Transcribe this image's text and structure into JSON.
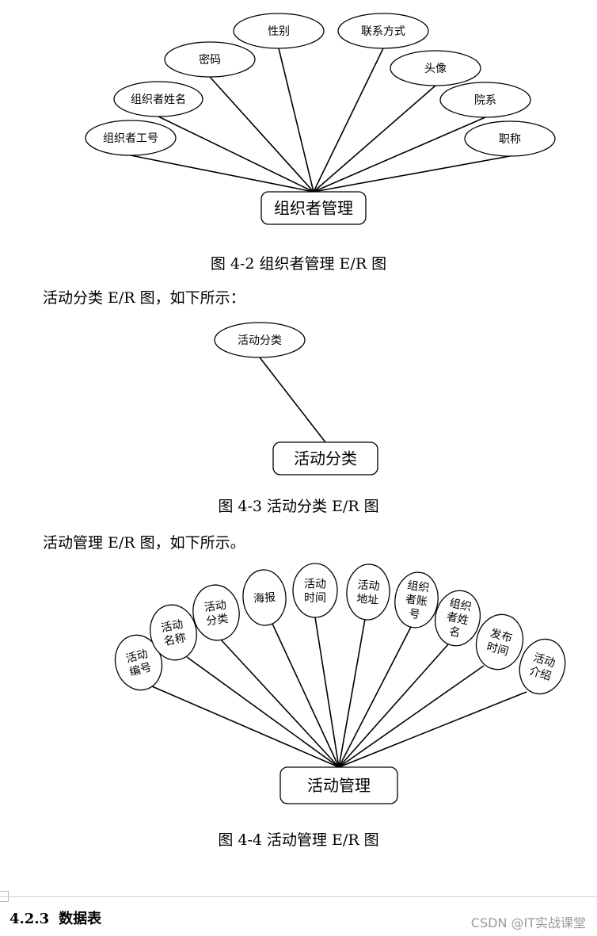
{
  "diagrams": [
    {
      "entity": "组织者管理",
      "attributes": [
        "组织者工号",
        "组织者姓名",
        "密码",
        "性别",
        "联系方式",
        "头像",
        "院系",
        "职称"
      ],
      "caption": "图 4-2  组织者管理 E/R 图"
    },
    {
      "entity": "活动分类",
      "attributes": [
        "活动分类"
      ],
      "caption": "图 4-3 活动分类 E/R 图"
    },
    {
      "entity": "活动管理",
      "attributes": [
        "活动\n编号",
        "活动\n名称",
        "活动\n分类",
        "海报",
        "活动\n时间",
        "活动\n地址",
        "组织\n者账\n号",
        "组织\n者姓\n名",
        "发布\n时间",
        "活动\n介绍"
      ],
      "caption": "图 4-4 活动管理 E/R 图"
    }
  ],
  "paragraphs": [
    "活动分类 E/R 图，如下所示：",
    "活动管理 E/R 图，如下所示。"
  ],
  "section": {
    "number": "4.2.3",
    "title": "数据表"
  },
  "watermark": "CSDN @IT实战课堂"
}
